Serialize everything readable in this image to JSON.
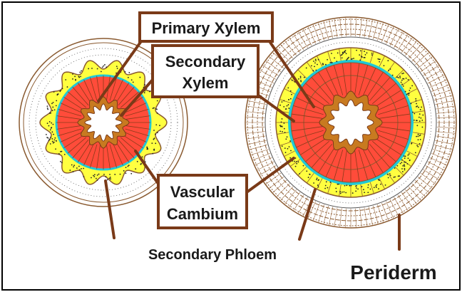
{
  "diagram": {
    "labels": {
      "primary_xylem": "Primary Xylem",
      "secondary_xylem_line1": "Secondary",
      "secondary_xylem_line2": "Xylem",
      "vascular_cambium_line1": "Vascular",
      "vascular_cambium_line2": "Cambium",
      "secondary_phloem": "Secondary Phloem",
      "periderm": "Periderm"
    },
    "colors": {
      "pith": "#ffffff",
      "primary_xylem": "#c87a20",
      "secondary_xylem": "#ff4c3a",
      "vascular_cambium": "#20c8d8",
      "secondary_phloem": "#ffff40",
      "cortex": "#ffffff",
      "periderm": "#c8987a",
      "label_border": "#7a3a18",
      "leader_line": "#7a3a18"
    }
  }
}
